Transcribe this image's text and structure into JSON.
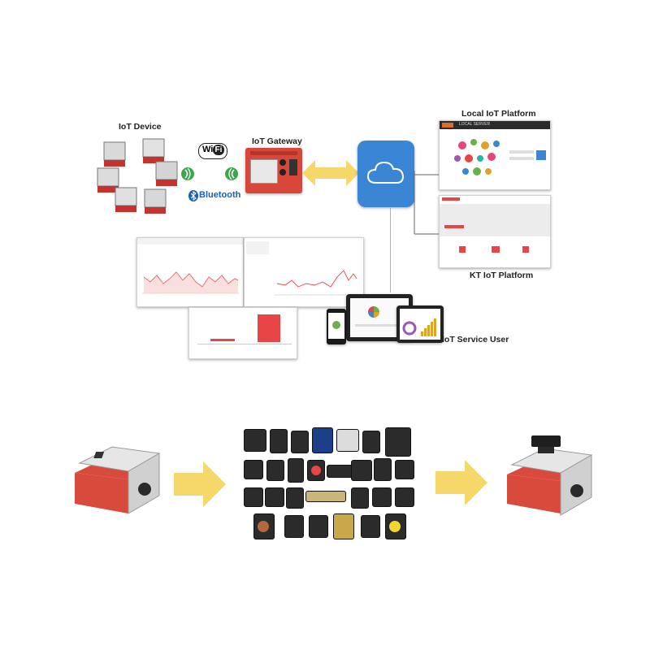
{
  "labels": {
    "iot_device": "IoT Device",
    "iot_gateway": "IoT Gateway",
    "local_iot_platform": "Local IoT Platform",
    "kt_iot_platform": "KT IoT Platform",
    "iot_service_user": "IoT Service User"
  },
  "wireless": {
    "wifi_left": "Wi",
    "wifi_right": "Fi",
    "bluetooth": "Bluetooth"
  },
  "local_platform": {
    "header_text": "LOCAL SERVER"
  },
  "colors": {
    "cloud_blue": "#3a86d4",
    "arrow_yellow": "#f6d76a",
    "device_red": "#c8322e",
    "chart_red": "#e84646",
    "wireless_green": "#3aa84a"
  },
  "icons": {
    "cloud": "cloud-icon",
    "wifi": "wifi-logo",
    "bluetooth": "bluetooth-icon",
    "signal": "wireless-signal-icon"
  }
}
